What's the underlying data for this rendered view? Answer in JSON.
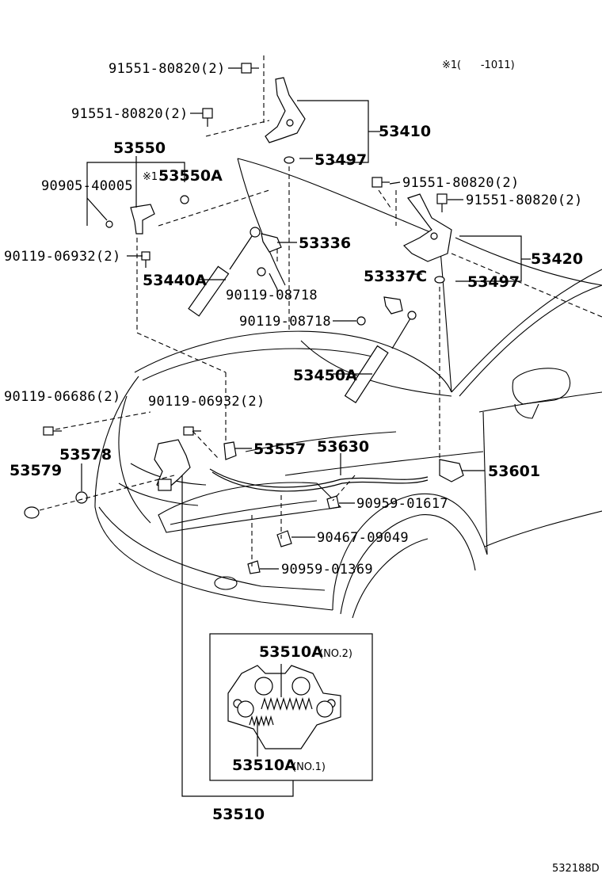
{
  "note": {
    "mark": "※1",
    "text": "(      -1011)"
  },
  "labels": {
    "p91551_a": "91551-80820(2)",
    "p91551_b": "91551-80820(2)",
    "p91551_c": "91551-80820(2)",
    "p91551_d": "91551-80820(2)",
    "p53410": "53410",
    "p53497_a": "53497",
    "p53497_b": "53497",
    "p53550": "53550",
    "p53550A_mark": "※1",
    "p53550A": "53550A",
    "p90905": "90905-40005",
    "p90119_06932_a": "90119-06932(2)",
    "p90119_06932_b": "90119-06932(2)",
    "p53336": "53336",
    "p53440A": "53440A",
    "p90119_08718_a": "90119-08718",
    "p90119_08718_b": "90119-08718",
    "p53420": "53420",
    "p53337C": "53337C",
    "p53450A": "53450A",
    "p90119_06686": "90119-06686(2)",
    "p53578": "53578",
    "p53579": "53579",
    "p53557": "53557",
    "p53630": "53630",
    "p53601": "53601",
    "p90959_01617": "90959-01617",
    "p90467": "90467-09049",
    "p90959_01369": "90959-01369",
    "p53510A_no2": "53510A",
    "p53510A_no2_sub": "(NO.2)",
    "p53510A_no1": "53510A",
    "p53510A_no1_sub": "(NO.1)",
    "p53510": "53510",
    "figure_code": "532188D"
  }
}
